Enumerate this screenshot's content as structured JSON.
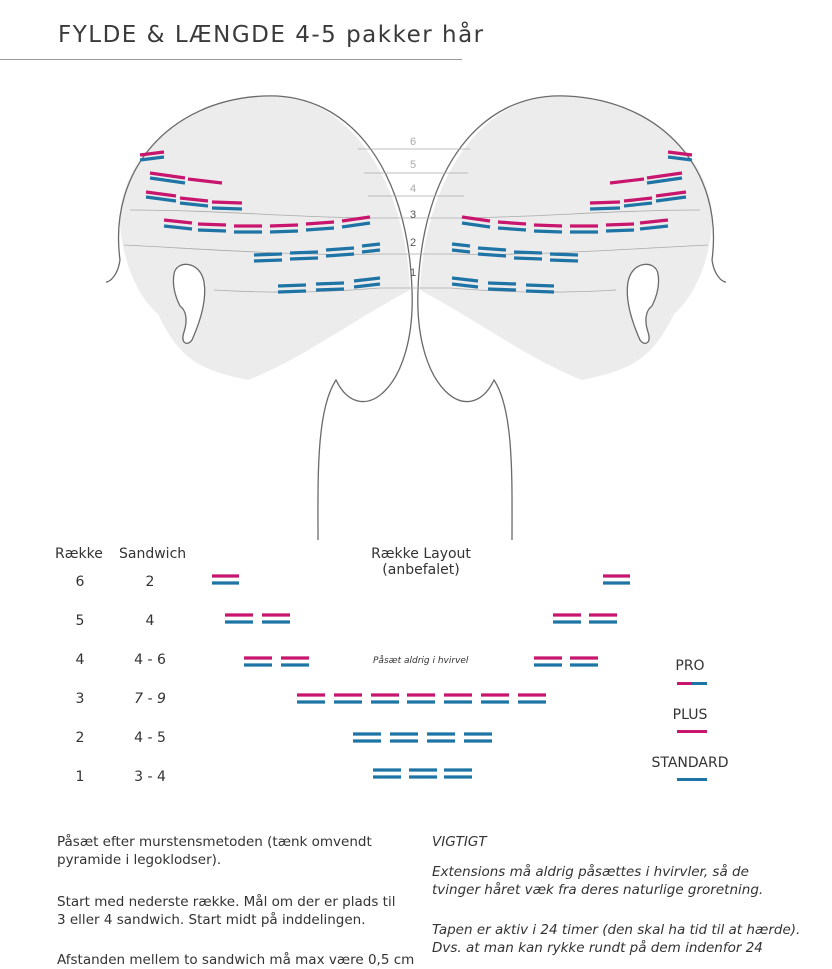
{
  "title": "FYLDE & LÆNGDE 4-5 pakker hår",
  "colors": {
    "pro": "#c8166e",
    "plus": "#c8166e",
    "standard": "#1f74a6",
    "head_fill": "#ececec",
    "outline": "#6a6a6a"
  },
  "level_labels": [
    "1",
    "2",
    "3",
    "4",
    "5",
    "6"
  ],
  "table": {
    "col_row": "Række",
    "col_sandwich": "Sandwich",
    "layout_heading_line1": "Række Layout",
    "layout_heading_line2": "(anbefalet)",
    "rows": [
      {
        "row": "6",
        "sandwich": "2"
      },
      {
        "row": "5",
        "sandwich": "4"
      },
      {
        "row": "4",
        "sandwich": "4 - 6"
      },
      {
        "row": "3",
        "sandwich": "7 - 9"
      },
      {
        "row": "2",
        "sandwich": "4 - 5"
      },
      {
        "row": "1",
        "sandwich": "3 - 4"
      }
    ],
    "note": "Påsæt aldrig i hvirvel"
  },
  "legend": {
    "pro": "PRO",
    "plus": "PLUS",
    "standard": "STANDARD"
  },
  "text_left": [
    "Påsæt efter murstensmetoden (tænk omvendt pyramide i legoklodser).",
    "Start med nederste række. Mål om der er plads til 3 eller 4 sandwich. Start midt på inddelingen.",
    "Afstanden mellem to sandwich må max være 0,5 cm"
  ],
  "text_right": {
    "heading": "VIGTIGT",
    "p1": "Extensions må aldrig påsættes i hvirvler, så de tvinger håret væk fra deres naturlige groretning.",
    "p2": "Tapen er aktiv i 24 timer (den skal ha tid til at hærde). Dvs. at man kan rykke rundt på dem indenfor 24"
  }
}
